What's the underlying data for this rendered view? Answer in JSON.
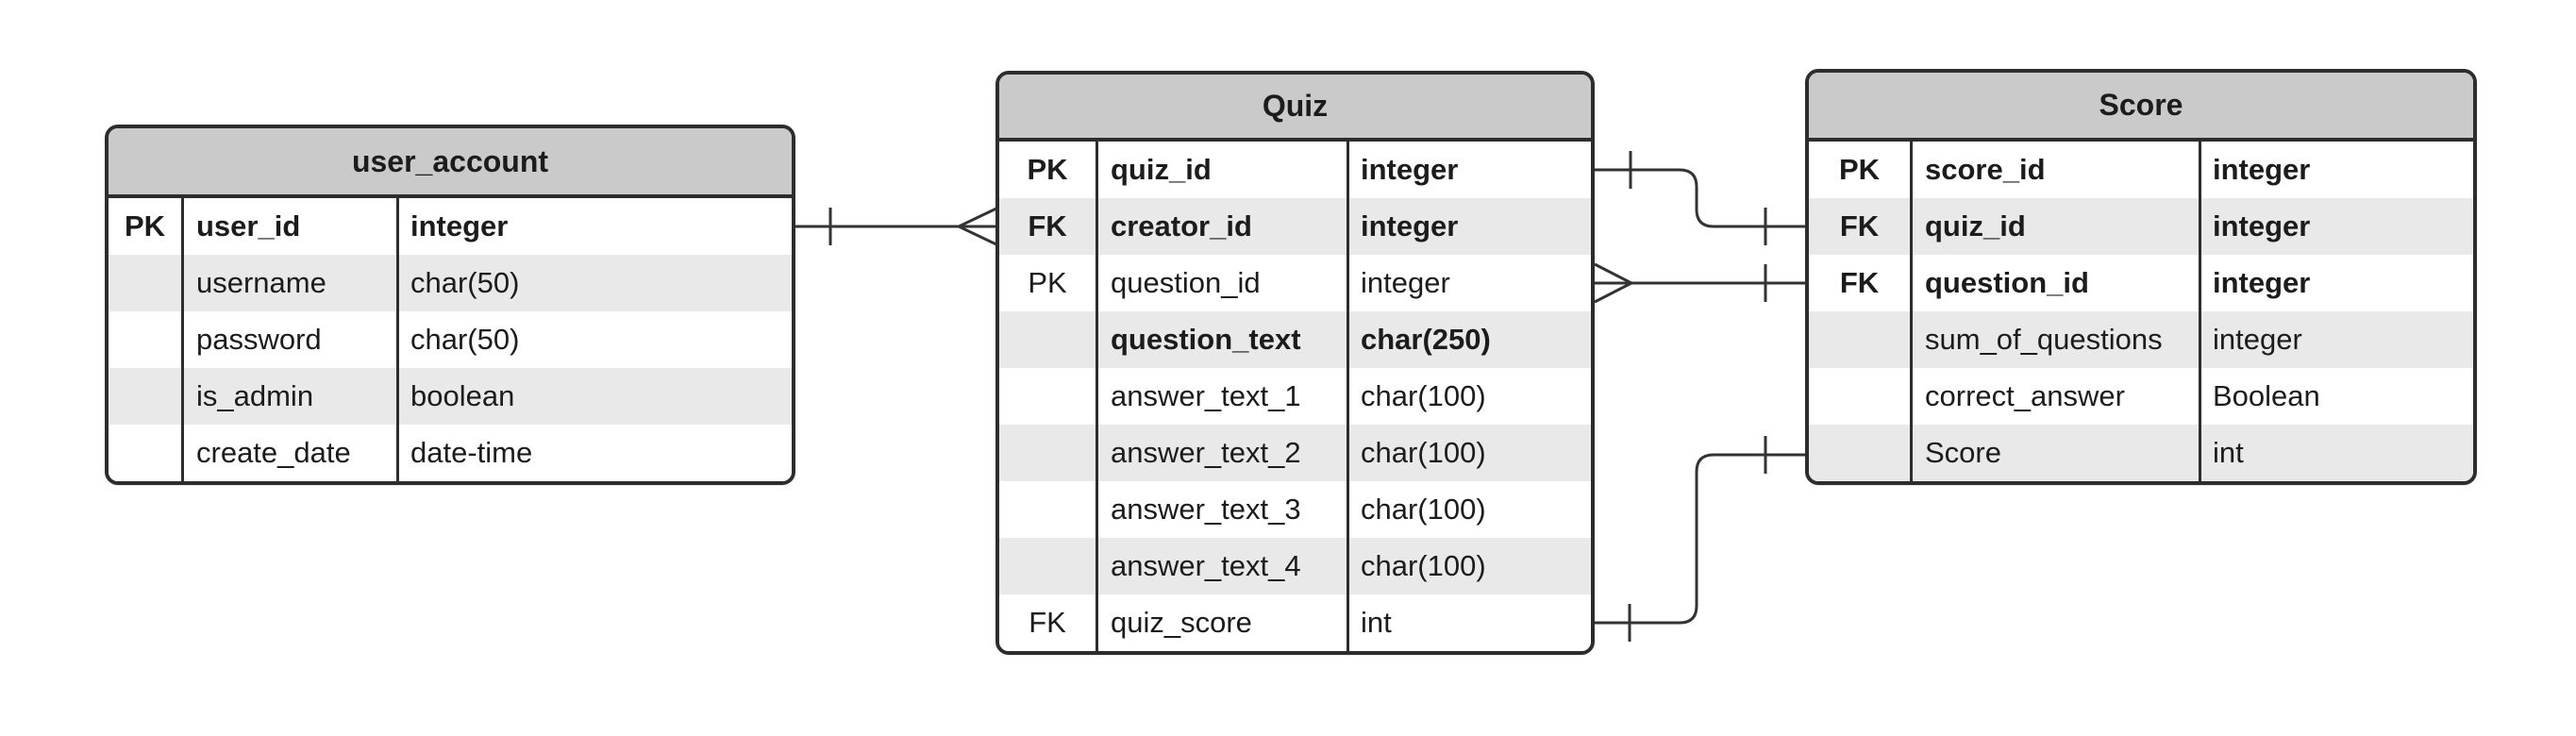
{
  "diagram": {
    "kind": "entity-relationship-diagram",
    "colors": {
      "header_fill": "#cacaca",
      "row_stripe_fill": "#e9e9e9",
      "row_fill": "#ffffff",
      "border": "#2d2d2d",
      "connector": "#333333",
      "text": "#1c1c1c",
      "background": "#ffffff"
    }
  },
  "tables": [
    {
      "title": "user_account",
      "rows": [
        {
          "key": "PK",
          "name": "user_id",
          "type": "integer",
          "bold": true
        },
        {
          "key": "",
          "name": "username",
          "type": "char(50)",
          "bold": false
        },
        {
          "key": "",
          "name": "password",
          "type": "char(50)",
          "bold": false
        },
        {
          "key": "",
          "name": "is_admin",
          "type": "boolean",
          "bold": false
        },
        {
          "key": "",
          "name": "create_date",
          "type": "date-time",
          "bold": false
        }
      ]
    },
    {
      "title": "Quiz",
      "rows": [
        {
          "key": "PK",
          "name": "quiz_id",
          "type": "integer",
          "bold": true
        },
        {
          "key": "FK",
          "name": "creator_id",
          "type": "integer",
          "bold": true
        },
        {
          "key": "PK",
          "name": "question_id",
          "type": "integer",
          "bold": false
        },
        {
          "key": "",
          "name": "question_text",
          "type": "char(250)",
          "bold": true
        },
        {
          "key": "",
          "name": "answer_text_1",
          "type": "char(100)",
          "bold": false
        },
        {
          "key": "",
          "name": "answer_text_2",
          "type": "char(100)",
          "bold": false
        },
        {
          "key": "",
          "name": "answer_text_3",
          "type": "char(100)",
          "bold": false
        },
        {
          "key": "",
          "name": "answer_text_4",
          "type": "char(100)",
          "bold": false
        },
        {
          "key": "FK",
          "name": "quiz_score",
          "type": "int",
          "bold": false
        }
      ]
    },
    {
      "title": "Score",
      "rows": [
        {
          "key": "PK",
          "name": "score_id",
          "type": "integer",
          "bold": true
        },
        {
          "key": "FK",
          "name": "quiz_id",
          "type": "integer",
          "bold": true
        },
        {
          "key": "FK",
          "name": "question_id",
          "type": "integer",
          "bold": true
        },
        {
          "key": "",
          "name": "sum_of_questions",
          "type": "integer",
          "bold": false
        },
        {
          "key": "",
          "name": "correct_answer",
          "type": "Boolean",
          "bold": false
        },
        {
          "key": "",
          "name": "Score",
          "type": "int",
          "bold": false
        }
      ]
    }
  ],
  "relationships": [
    {
      "from_table": "user_account",
      "from_field": "user_id",
      "from_marker": "one",
      "to_table": "Quiz",
      "to_field": "creator_id",
      "to_marker": "many"
    },
    {
      "from_table": "Quiz",
      "from_field": "quiz_id",
      "from_marker": "one",
      "to_table": "Score",
      "to_field": "quiz_id",
      "to_marker": "one"
    },
    {
      "from_table": "Quiz",
      "from_field": "question_id",
      "from_marker": "many",
      "to_table": "Score",
      "to_field": "question_id",
      "to_marker": "one"
    },
    {
      "from_table": "Quiz",
      "from_field": "quiz_score",
      "from_marker": "one",
      "to_table": "Score",
      "to_field": "Score",
      "to_marker": "one"
    }
  ]
}
